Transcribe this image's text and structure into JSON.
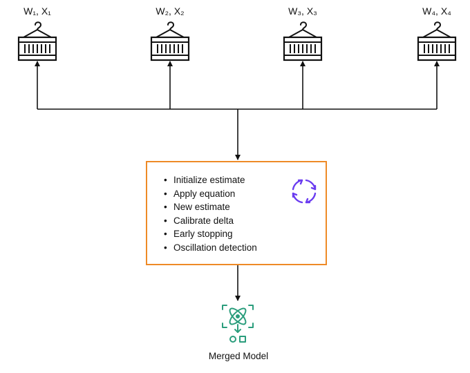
{
  "nodes": [
    {
      "label": "W₁, X₁"
    },
    {
      "label": "W₂, X₂"
    },
    {
      "label": "W₃, X₃"
    },
    {
      "label": "W₄, X₄"
    }
  ],
  "process": {
    "steps": [
      "Initialize estimate",
      "Apply equation",
      "New estimate",
      "Calibrate delta",
      "Early stopping",
      "Oscillation detection"
    ]
  },
  "output": {
    "label": "Merged Model"
  },
  "colors": {
    "line": "#111111",
    "box_border": "#ee8a26",
    "cycle_icon": "#6a3cf0",
    "model_icon": "#2a9d7c"
  },
  "icons": {
    "node": "container-crane-icon",
    "process": "refresh-cycle-icon",
    "output": "merged-model-icon"
  }
}
